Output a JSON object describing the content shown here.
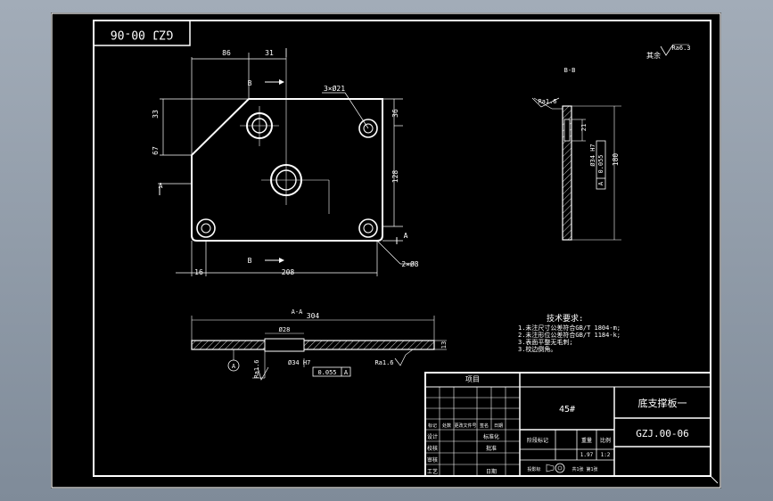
{
  "drawing": {
    "code_stamp": "GZJ 00-06",
    "front_view": {
      "dims": {
        "top_86": "86",
        "top_31": "31",
        "left_33": "33",
        "left_67": "67",
        "right_36": "36",
        "right_128": "128",
        "bottom_16": "16",
        "bottom_208": "208",
        "holes_3": "3×Ø21",
        "chamfer": "2×Ø8"
      },
      "section_marks": {
        "b_top": "B",
        "b_bottom": "B",
        "a_left": "A",
        "a_right": "A"
      }
    },
    "section_bb": {
      "label": "B-B",
      "roughness": "Ra1.6",
      "dim_21": "21",
      "dim_180": "180",
      "fit": "Ø34 H7",
      "tol": "0.055",
      "datum": "A"
    },
    "section_aa": {
      "label": "A-A",
      "dim_304": "304",
      "dim_28": "Ø28",
      "dim_13": "13",
      "roughness_left": "Ra1.6",
      "roughness_right": "Ra1.6",
      "fit": "Ø34 H7",
      "tol": "0.055",
      "datum": "A",
      "circle_label": "A"
    },
    "surface_note": "其余",
    "surface_note_value": "Ra6.3",
    "tech_req": {
      "title": "技术要求:",
      "lines": [
        "1.未注尺寸公差符合GB/T 1804-m;",
        "2.未注形位公差符合GB/T 1184-k;",
        "3.表面平整无毛刺;",
        "3.校边倒角。"
      ]
    },
    "title_block": {
      "project": "项目",
      "material": "45#",
      "part_name": "底支撑板一",
      "part_code": "GZJ.00-06",
      "cols": [
        "标记",
        "处数",
        "更改文件号",
        "签名",
        "日期"
      ],
      "rows": [
        "设计",
        "校核",
        "审核",
        "工艺"
      ],
      "std": "标准化",
      "approve": "批准",
      "date": "日期",
      "stage_labels": [
        "阶段标记",
        "重量",
        "比例"
      ],
      "weight": "1.97",
      "scale": "1:2",
      "projection": "投影标",
      "sheet_info": "共1张 第1张"
    }
  }
}
